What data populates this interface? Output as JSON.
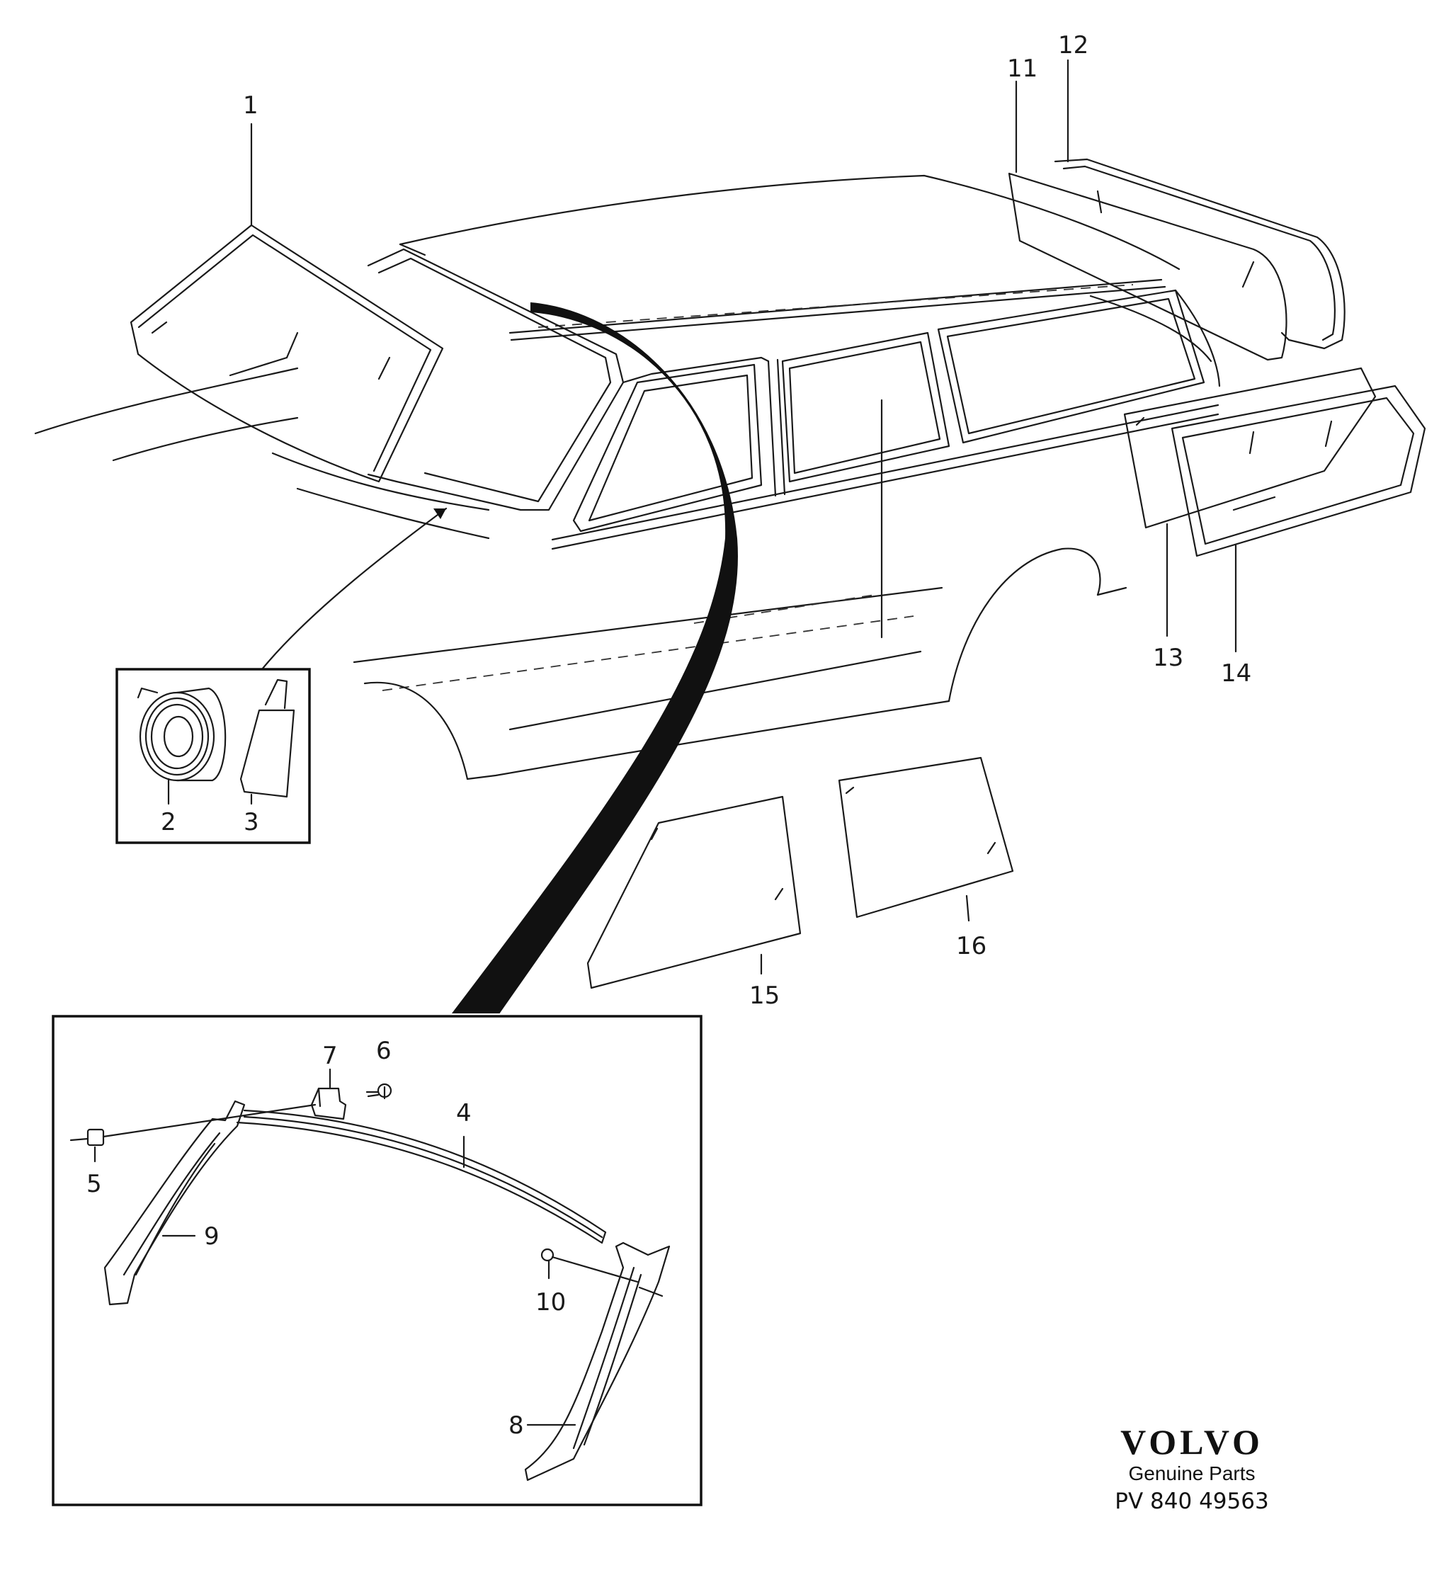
{
  "diagram": {
    "callouts": [
      "1",
      "2",
      "3",
      "4",
      "5",
      "6",
      "7",
      "8",
      "9",
      "10",
      "11",
      "12",
      "13",
      "14",
      "15",
      "16"
    ]
  },
  "brand": {
    "logo_text": "VOLVO",
    "subtitle": "Genuine Parts",
    "code": "PV  840  49563"
  }
}
